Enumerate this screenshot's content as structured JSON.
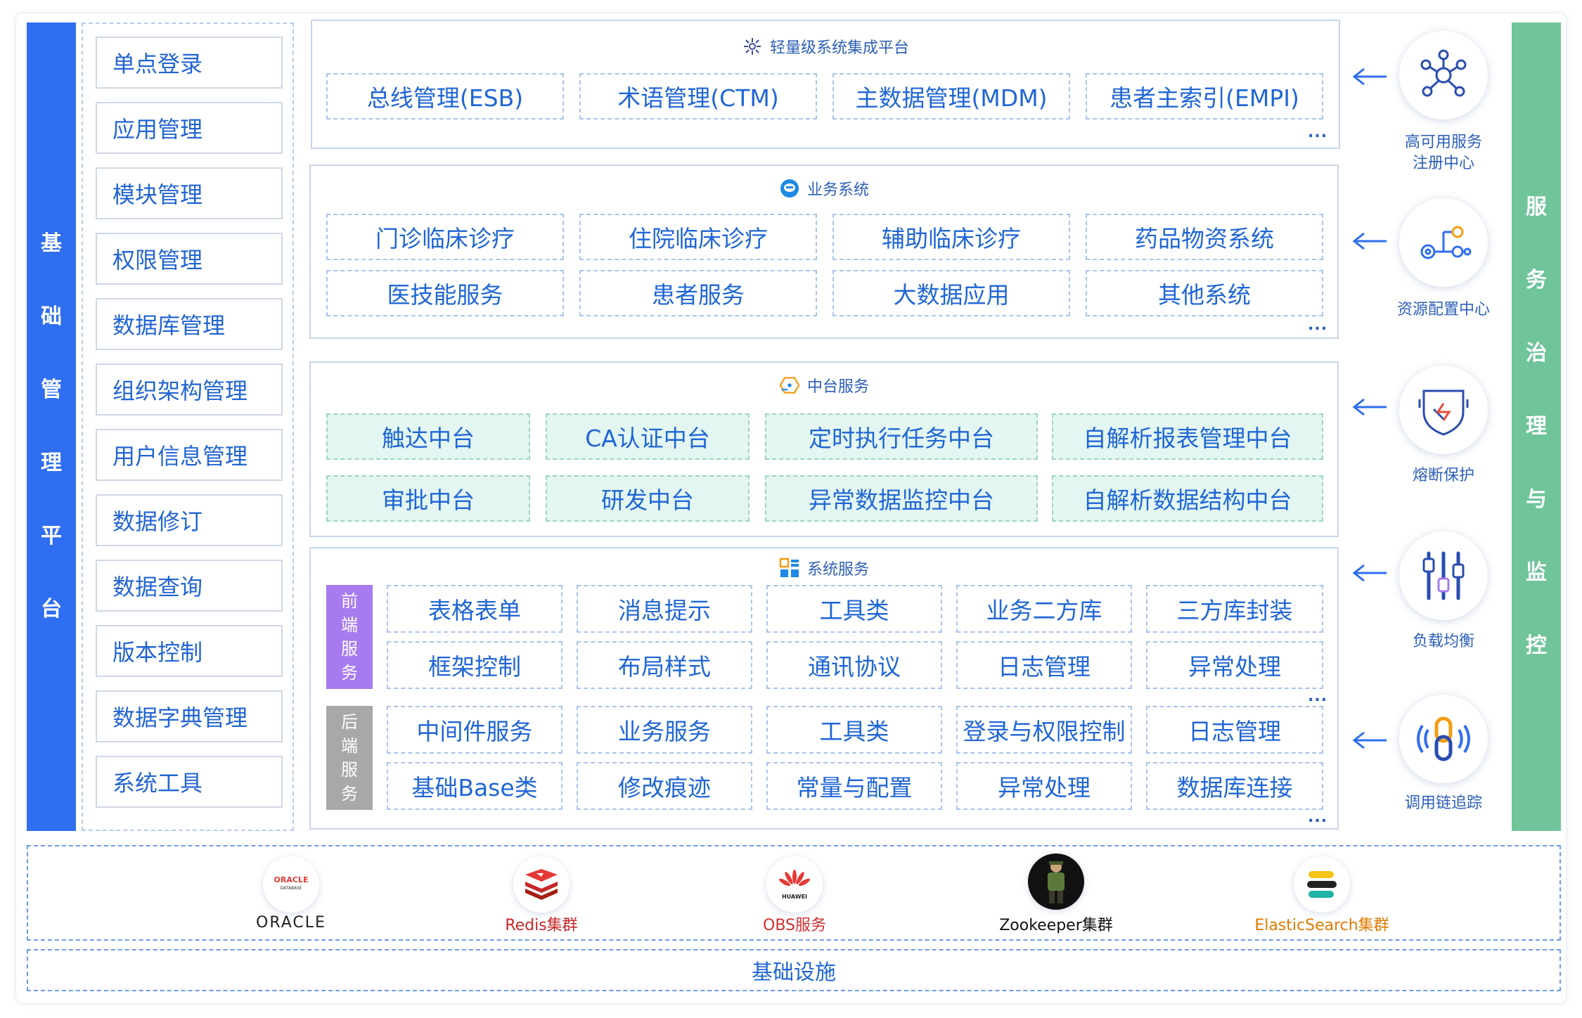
{
  "left_bar": {
    "chars": [
      "基",
      "础",
      "管",
      "理",
      "平",
      "台"
    ]
  },
  "right_bar": {
    "chars": [
      "服",
      "务",
      "治",
      "理",
      "与",
      "监",
      "控"
    ]
  },
  "menu": [
    "单点登录",
    "应用管理",
    "模块管理",
    "权限管理",
    "数据库管理",
    "组织架构管理",
    "用户信息管理",
    "数据修订",
    "数据查询",
    "版本控制",
    "数据字典管理",
    "系统工具"
  ],
  "panel1": {
    "title": "轻量级系统集成平台",
    "items": [
      "总线管理(ESB)",
      "术语管理(CTM)",
      "主数据管理(MDM)",
      "患者主索引(EMPI)"
    ],
    "more": "..."
  },
  "panel2": {
    "title": "业务系统",
    "items": [
      "门诊临床诊疗",
      "住院临床诊疗",
      "辅助临床诊疗",
      "药品物资系统",
      "医技能服务",
      "患者服务",
      "大数据应用",
      "其他系统"
    ],
    "more": "..."
  },
  "panel3": {
    "title": "中台服务",
    "items": [
      "触达中台",
      "CA认证中台",
      "定时执行任务中台",
      "自解析报表管理中台",
      "审批中台",
      "研发中台",
      "异常数据监控中台",
      "自解析数据结构中台"
    ]
  },
  "panel4": {
    "title": "系统服务",
    "front_tag": [
      "前",
      "端",
      "服",
      "务"
    ],
    "back_tag": [
      "后",
      "端",
      "服",
      "务"
    ],
    "front_items": [
      "表格表单",
      "消息提示",
      "工具类",
      "业务二方库",
      "三方库封装",
      "框架控制",
      "布局样式",
      "通讯协议",
      "日志管理",
      "异常处理"
    ],
    "back_items": [
      "中间件服务",
      "业务服务",
      "工具类",
      "登录与权限控制",
      "日志管理",
      "基础Base类",
      "修改痕迹",
      "常量与配置",
      "异常处理",
      "数据库连接"
    ],
    "more": "..."
  },
  "governance": [
    {
      "label": "高可用服务\n注册中心",
      "icon": "network-icon"
    },
    {
      "label": "资源配置中心",
      "icon": "config-gear-icon"
    },
    {
      "label": "熔断保护",
      "icon": "shield-icon"
    },
    {
      "label": "负载均衡",
      "icon": "sliders-icon"
    },
    {
      "label": "调用链追踪",
      "icon": "chain-link-icon"
    }
  ],
  "infra": [
    {
      "label": "ORACLE",
      "logo_text": "ORACLE",
      "logo_sub": "DATABASE",
      "color": "#222222"
    },
    {
      "label": "Redis集群",
      "color": "#c62828"
    },
    {
      "label": "OBS服务",
      "logo_text": "HUAWEI",
      "color": "#d32f2f"
    },
    {
      "label": "Zookeeper集群",
      "color": "#111111"
    },
    {
      "label": "ElasticSearch集群",
      "color": "#e07b00"
    }
  ],
  "base_label": "基础设施",
  "colors": {
    "primary_blue": "#2f6ef0",
    "green_bar": "#6fc49a",
    "front_tag": "#a77bf0",
    "back_tag": "#a8a8a8"
  }
}
